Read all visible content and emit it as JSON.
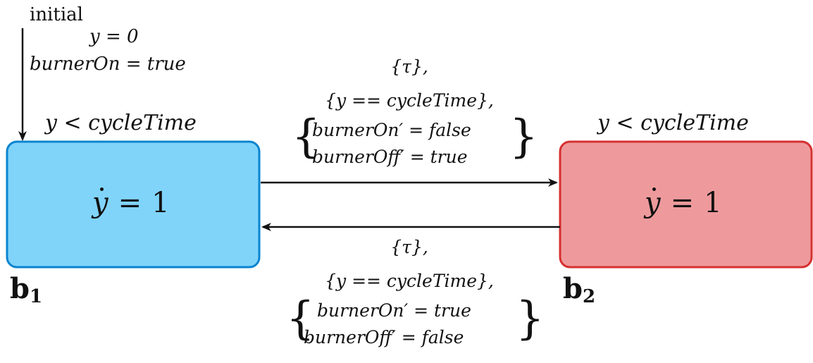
{
  "initial": {
    "label": "initial",
    "init_y": "y = 0",
    "init_burner": "burnerOn = true"
  },
  "b1": {
    "name": "b",
    "subscript": "1",
    "invariant": "y < cycleTime",
    "flow_var": "y",
    "flow_eq": "=",
    "flow_val": "1",
    "color_fill": "#80d4fa",
    "color_stroke": "#0a84cf"
  },
  "b2": {
    "name": "b",
    "subscript": "2",
    "invariant": "y < cycleTime",
    "flow_var": "y",
    "flow_eq": "=",
    "flow_val": "1",
    "color_fill": "#ee9a9c",
    "color_stroke": "#d63030"
  },
  "edge_b1_b2": {
    "event": "{τ},",
    "guard": "{y == cycleTime},",
    "reset_1": "burnerOn′ = false",
    "reset_2": "burnerOff′ = true"
  },
  "edge_b2_b1": {
    "event": "{τ},",
    "guard": "{y == cycleTime},",
    "reset_1": "burnerOn′ = true",
    "reset_2": "burnerOff′ = false"
  }
}
